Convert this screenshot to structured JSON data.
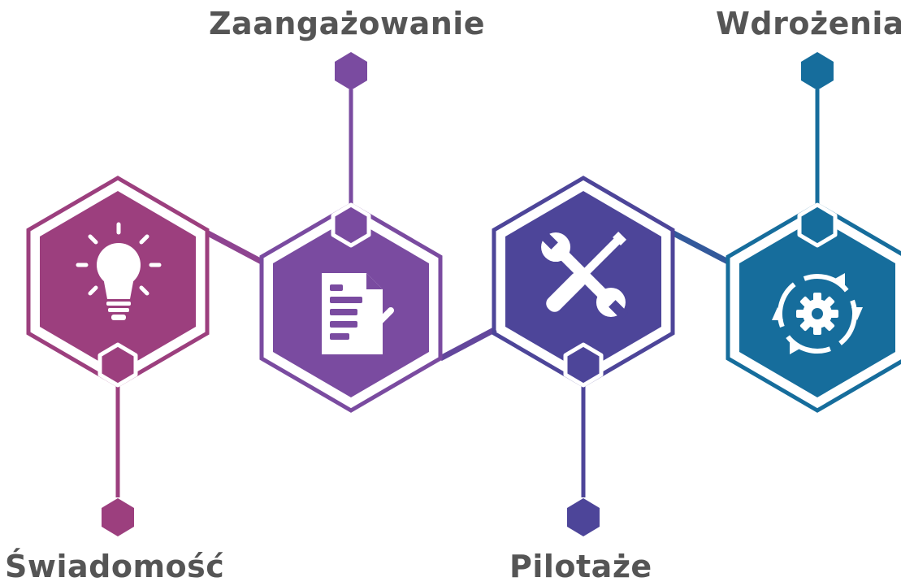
{
  "stages": [
    {
      "label": "Świadomość",
      "icon": "lightbulb-icon",
      "color": "#9C3F7E"
    },
    {
      "label": "Zaangażowanie",
      "icon": "document-check-icon",
      "color": "#7A4BA0"
    },
    {
      "label": "Pilotaże",
      "icon": "tools-icon",
      "color": "#4D4599"
    },
    {
      "label": "Wdrożenia",
      "icon": "gear-cycle-icon",
      "color": "#166D9C"
    }
  ]
}
